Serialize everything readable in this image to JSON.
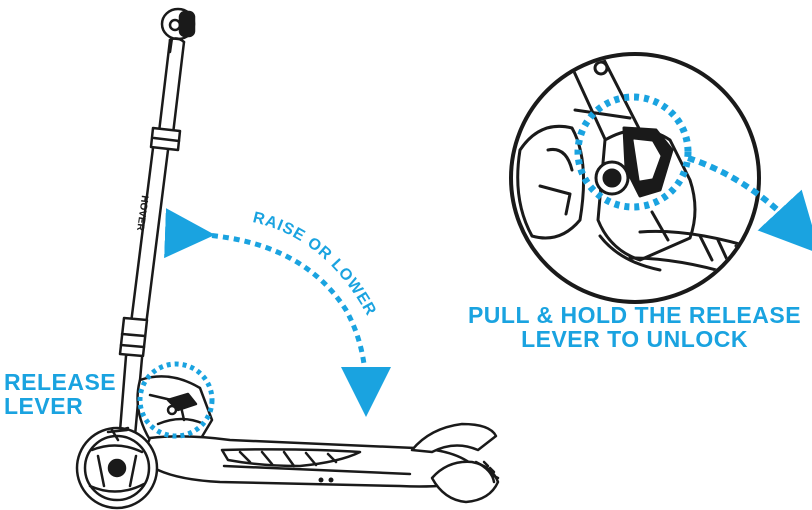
{
  "labels": {
    "release_lever": [
      "RELEASE",
      "LEVER"
    ],
    "raise_or_lower": "RAISE OR LOWER",
    "instruction": [
      "PULL & HOLD THE RELEASE",
      "LEVER TO UNLOCK"
    ],
    "handlebar_brand": "HOVER"
  },
  "colors": {
    "accent": "#1aa3e0",
    "line": "#1a1a1a"
  }
}
